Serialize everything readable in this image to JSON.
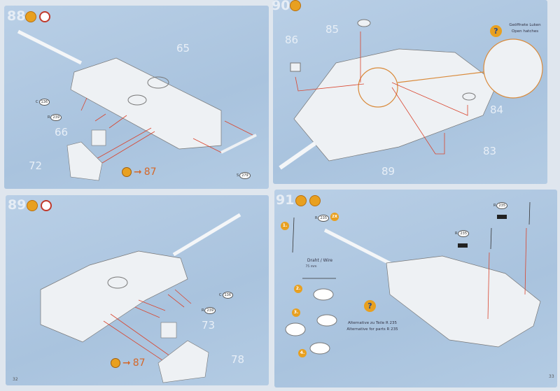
{
  "steps": {
    "s88": {
      "number": "88",
      "parts": {
        "p65": "65",
        "p66": "66",
        "p72": "72"
      },
      "refs": {
        "c": {
          "letter": "C",
          "num": "136"
        },
        "r": {
          "letter": "R",
          "num": "239"
        },
        "s": {
          "letter": "S",
          "num": "279"
        }
      },
      "goto": "87"
    },
    "s89": {
      "number": "89",
      "parts": {
        "p73": "73",
        "p78": "78"
      },
      "refs": {
        "c": {
          "letter": "C",
          "num": "136"
        },
        "r": {
          "letter": "R",
          "num": "239"
        }
      },
      "goto": "87"
    },
    "s90": {
      "number": "90",
      "parts": {
        "p83": "83",
        "p84": "84",
        "p85": "85",
        "p86": "86",
        "p89": "89"
      },
      "note_de": "Geöffnete Luken",
      "note_en": "Open hatches"
    },
    "s91": {
      "number": "91",
      "ref": {
        "letter": "R",
        "num": "235"
      },
      "qty": "2X",
      "substeps": [
        "1.",
        "2.",
        "3.",
        "4."
      ],
      "wire_label": "Draht / Wire",
      "wire_length": "75 mm",
      "alt_de": "Alternative zu Teile R 235",
      "alt_en": "Alternative for parts R 235",
      "antenna_refs": [
        {
          "letter": "R",
          "num": "235"
        },
        {
          "letter": "R",
          "num": "235"
        }
      ]
    }
  },
  "pages": {
    "left": "32",
    "right": "33"
  },
  "colors": {
    "panel": "#b0c8e2",
    "arrow": "#d9452e",
    "icon": "#e8a020"
  }
}
